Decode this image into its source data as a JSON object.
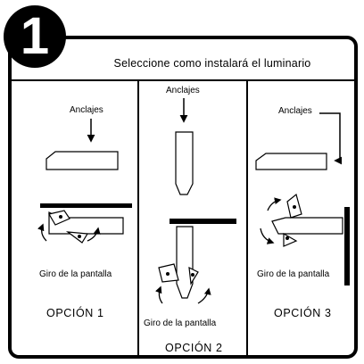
{
  "badge": {
    "number": "1"
  },
  "header": {
    "title": "Seleccione como instalará el luminario"
  },
  "options": [
    {
      "anchor_label": "Anclajes",
      "rotation_label": "Giro de la pantalla",
      "option_label": "OPCIÓN 1"
    },
    {
      "anchor_label": "Anclajes",
      "rotation_label": "Giro de la pantalla",
      "option_label": "OPCIÓN 2"
    },
    {
      "anchor_label": "Anclajes",
      "rotation_label": "Giro de la pantalla",
      "option_label": "OPCIÓN 3"
    }
  ]
}
